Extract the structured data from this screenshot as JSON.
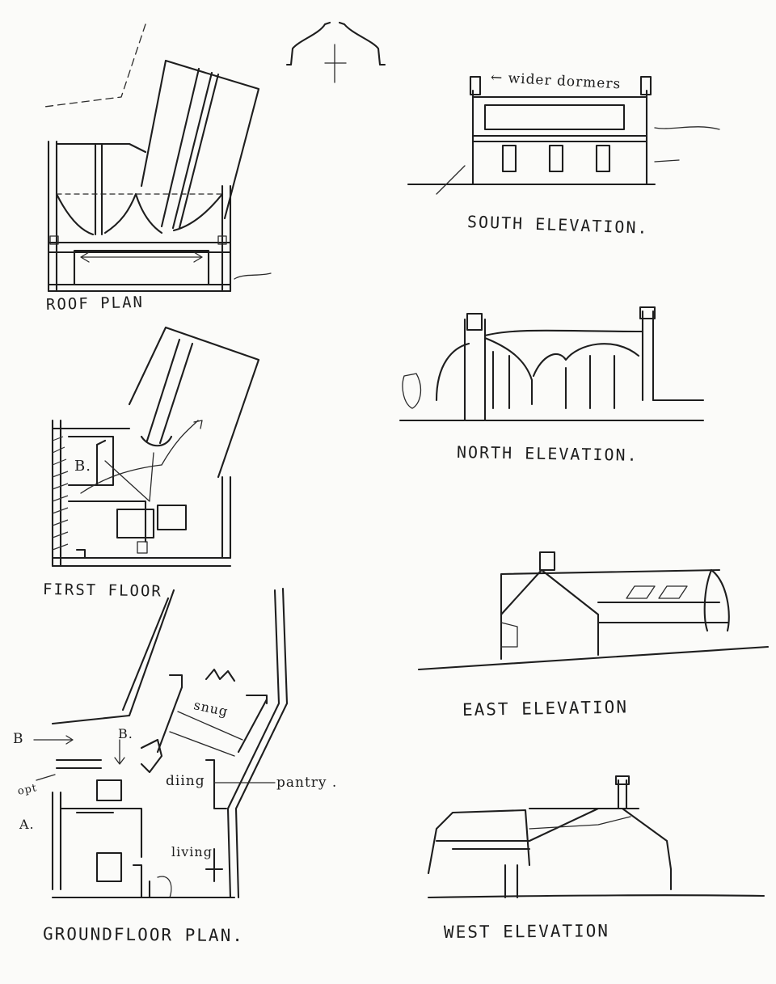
{
  "labels": {
    "roof_plan": "ROOF PLAN",
    "first_floor": "FIRST FLOOR",
    "ground_floor_plan": "GROUNDFLOOR PLAN.",
    "south_elevation": "SOUTH ELEVATION.",
    "north_elevation": "NORTH ELEVATION.",
    "east_elevation": "EAST ELEVATION",
    "west_elevation": "WEST ELEVATION"
  },
  "annotations": {
    "wider_dormers": "← wider dormers",
    "first_floor_room": "B.",
    "snug": "snug",
    "dining": "diing",
    "living": "living",
    "pantry": "pantry .",
    "marker_b_left": "B",
    "marker_b_mid": "B.",
    "opt": "opt",
    "marker_a": "A."
  },
  "colors": {
    "paper": "#fbfbf9",
    "ink": "#1e1e1e"
  }
}
